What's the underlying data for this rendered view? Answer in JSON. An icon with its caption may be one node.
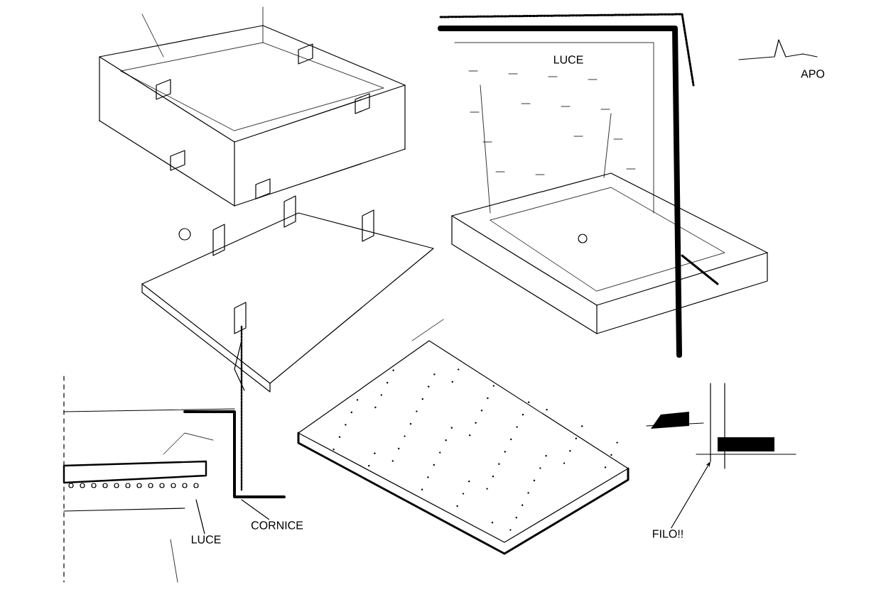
{
  "diagram": {
    "nodes": [
      {
        "text": [
          "LUCE"
        ]
      },
      {
        "text": [
          "CORNICE"
        ]
      },
      {
        "text": [
          "FILO!!"
        ]
      }
    ],
    "edges": [
      {
        "from": 0,
        "to": null,
        "arrow": "none"
      },
      {
        "from": 1,
        "to": null,
        "arrow": "none"
      },
      {
        "from": 2,
        "to": null,
        "arrow": "to"
      }
    ],
    "labels": [
      "LUCE",
      "APO"
    ]
  }
}
